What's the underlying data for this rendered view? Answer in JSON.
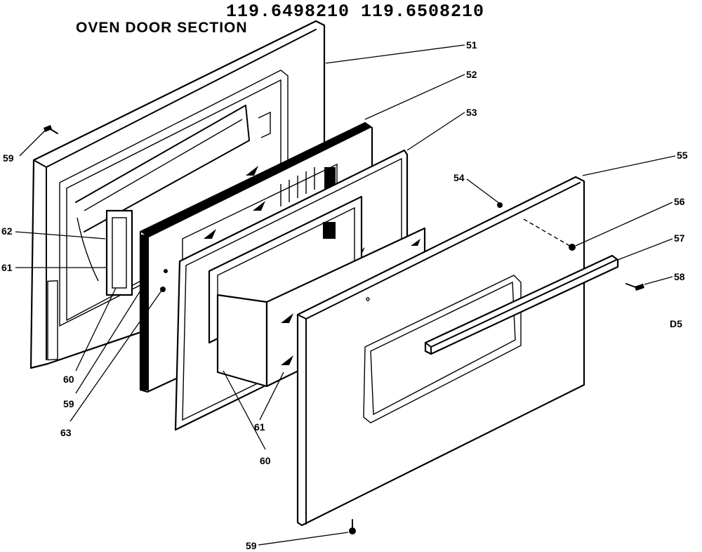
{
  "header": {
    "model_numbers": "119.6498210 119.6508210",
    "section_title": "OVEN DOOR SECTION"
  },
  "page_code": "D5",
  "callouts": [
    {
      "id": "c51",
      "number": "51"
    },
    {
      "id": "c52",
      "number": "52"
    },
    {
      "id": "c53",
      "number": "53"
    },
    {
      "id": "c54",
      "number": "54"
    },
    {
      "id": "c55",
      "number": "55"
    },
    {
      "id": "c56",
      "number": "56"
    },
    {
      "id": "c57",
      "number": "57"
    },
    {
      "id": "c58",
      "number": "58"
    },
    {
      "id": "c59a",
      "number": "59"
    },
    {
      "id": "c59b",
      "number": "59"
    },
    {
      "id": "c59c",
      "number": "59"
    },
    {
      "id": "c60a",
      "number": "60"
    },
    {
      "id": "c60b",
      "number": "60"
    },
    {
      "id": "c61a",
      "number": "61"
    },
    {
      "id": "c61b",
      "number": "61"
    },
    {
      "id": "c62",
      "number": "62"
    },
    {
      "id": "c63",
      "number": "63"
    }
  ]
}
